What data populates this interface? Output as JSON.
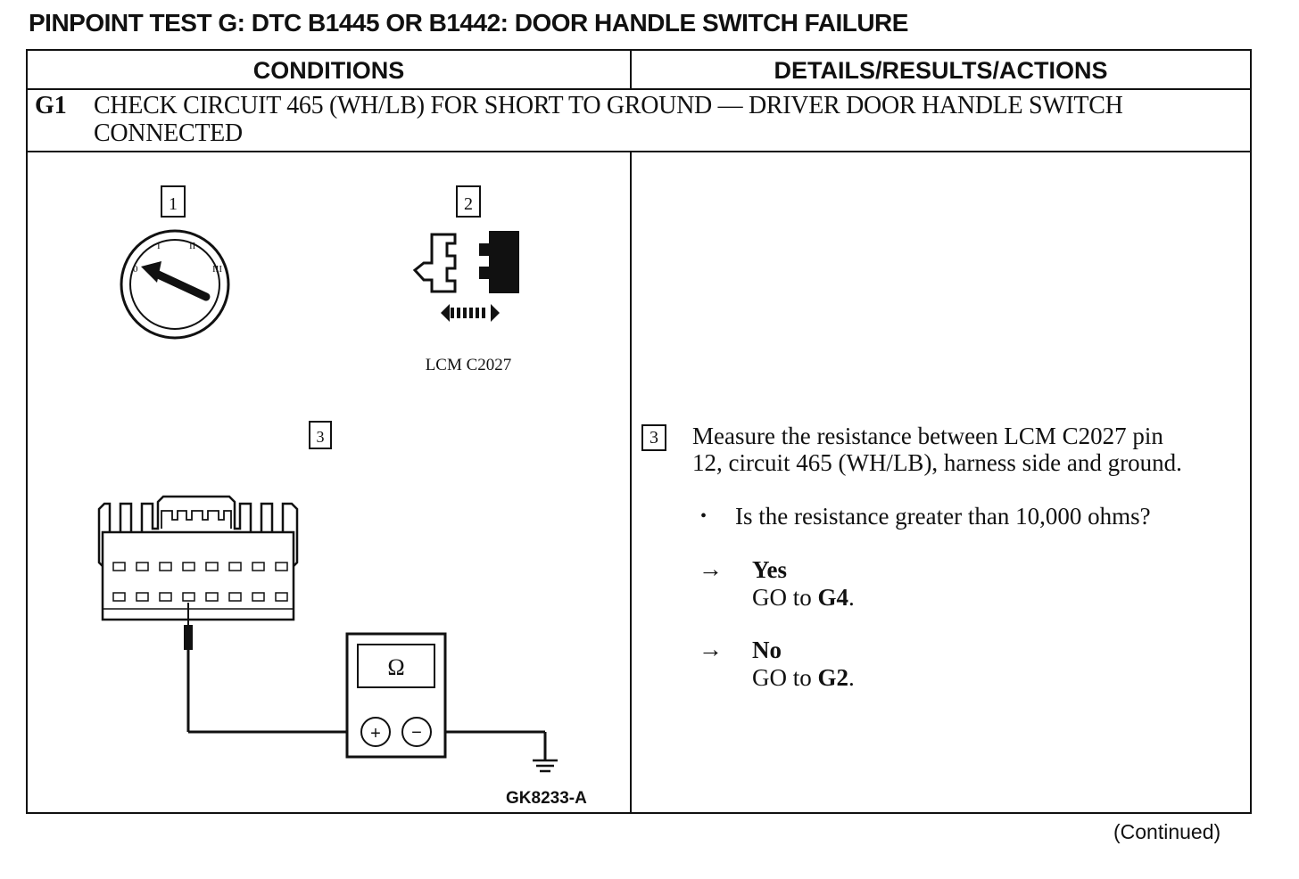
{
  "title": "PINPOINT TEST G:  DTC B1445 OR B1442: DOOR HANDLE SWITCH FAILURE",
  "table": {
    "col_conditions": "CONDITIONS",
    "col_details": "DETAILS/RESULTS/ACTIONS"
  },
  "step": {
    "id": "G1",
    "title": "CHECK CIRCUIT 465 (WH/LB) FOR SHORT TO GROUND — DRIVER DOOR HANDLE SWITCH CONNECTED"
  },
  "diagram": {
    "box1": "1",
    "box2": "2",
    "box3": "3",
    "ignition_positions": [
      "0",
      "I",
      "II",
      "III"
    ],
    "connector_label": "LCM C2027",
    "meter_symbol": "Ω",
    "plus": "+",
    "minus": "−",
    "figure_id": "GK8233-A"
  },
  "details": {
    "step_number": "3",
    "instruction_line1": "Measure the resistance between LCM C2027 pin",
    "instruction_line2": "12, circuit 465 (WH/LB), harness side and ground.",
    "question": "Is the resistance greater than 10,000 ohms?",
    "bullet": "•",
    "arrow": "→",
    "yes_label": "Yes",
    "yes_action_prefix": "GO to ",
    "yes_target": "G4",
    "no_label": "No",
    "no_action_prefix": "GO to ",
    "no_target": "G2",
    "period": "."
  },
  "footer": {
    "continued": "(Continued)"
  }
}
